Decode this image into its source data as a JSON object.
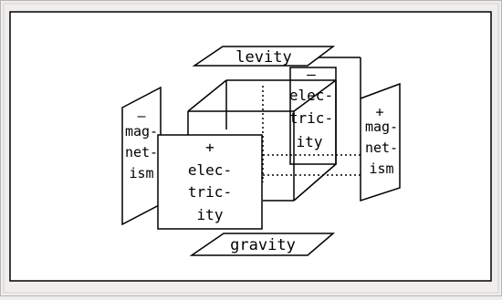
{
  "diagram": {
    "top_plane": {
      "label": "levity"
    },
    "bottom_plane": {
      "label": "gravity"
    },
    "front_face": {
      "lines": [
        "+",
        "elec-",
        "tric-",
        "ity"
      ]
    },
    "back_face": {
      "lines": [
        "–",
        "elec-",
        "tric-",
        "ity"
      ]
    },
    "left_plane": {
      "lines": [
        "–",
        "mag-",
        "net-",
        "ism"
      ]
    },
    "right_plane": {
      "lines": [
        "+",
        "mag-",
        "net-",
        "ism"
      ]
    }
  }
}
